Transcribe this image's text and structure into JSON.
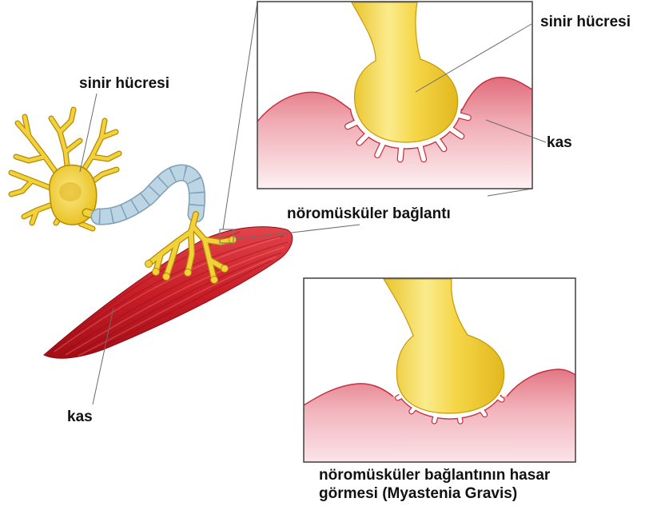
{
  "labels": {
    "nerve_cell_left": "sinir hücresi",
    "nerve_cell_inset": "sinir hücresi",
    "muscle_inset": "kas",
    "junction": "nöromüsküler bağlantı",
    "muscle_left": "kas",
    "damaged_line1": "nöromüsküler bağlantının hasar",
    "damaged_line2": "görmesi (Myastenia Gravis)"
  },
  "colors": {
    "nerve_yellow": "#f2d23c",
    "myelin_blue": "#bcd5e5",
    "myelin_outline": "#7e9fb6",
    "muscle_red": "#c81e28",
    "membrane_red": "#c5303e"
  }
}
